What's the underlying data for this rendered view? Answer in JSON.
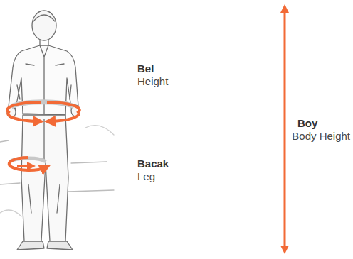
{
  "diagram": {
    "labels": [
      "Bel",
      "Height",
      "Bacak",
      "Leg",
      "Boy",
      "Body Height"
    ]
  }
}
